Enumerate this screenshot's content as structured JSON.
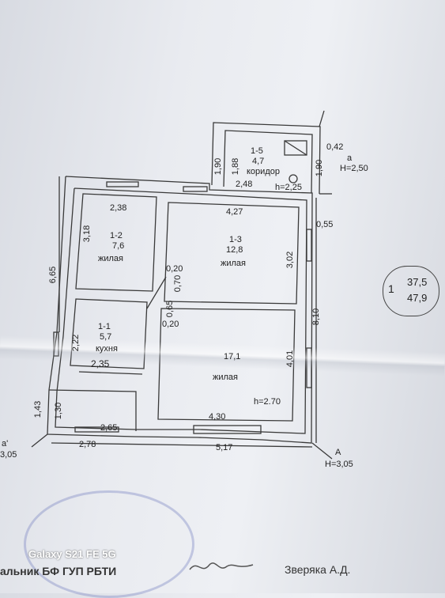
{
  "rooms": [
    {
      "id": "1-5",
      "area": "4,7",
      "name": "коридор"
    },
    {
      "id": "1-2",
      "area": "7,6",
      "name": "жилая"
    },
    {
      "id": "1-3",
      "area": "12,8",
      "name": "жилая"
    },
    {
      "id": "1-1",
      "area": "5,7",
      "name": "кухня"
    },
    {
      "id": "",
      "area": "17,1",
      "name": "жилая"
    }
  ],
  "dimensions": {
    "d_190a": "1,90",
    "d_188": "1,88",
    "d_190b": "1,90",
    "d_042": "0,42",
    "d_248": "2,48",
    "d_238": "2,38",
    "d_427": "4,27",
    "d_055": "0,55",
    "d_318": "3,18",
    "d_302": "3,02",
    "d_665": "6,65",
    "d_020a": "0,20",
    "d_070": "0,70",
    "d_065": "0,65",
    "d_020b": "0,20",
    "d_810": "8,10",
    "d_222": "2,22",
    "d_401": "4,01",
    "d_235": "2,35",
    "d_143": "1,43",
    "d_130": "1,30",
    "d_265": "2,65",
    "d_430": "4,30",
    "d_278": "2,78",
    "d_517": "5,17"
  },
  "heights": {
    "h_225": "h=2,25",
    "h_270": "h=2.70",
    "H_250": "H=2,50",
    "H_305": "H=3,05",
    "H_305b": "3,05"
  },
  "markers": {
    "a": "a",
    "a2": "a'",
    "A": "A"
  },
  "total": {
    "num": "1",
    "living": "37,5",
    "total": "47,9"
  },
  "footer": {
    "camera": "Galaxy S21 FE 5G",
    "org": "альник БФ ГУП РБТИ",
    "signer": "Зверяка А.Д."
  },
  "colors": {
    "paper": "#e9ebf0",
    "line": "#333333"
  }
}
